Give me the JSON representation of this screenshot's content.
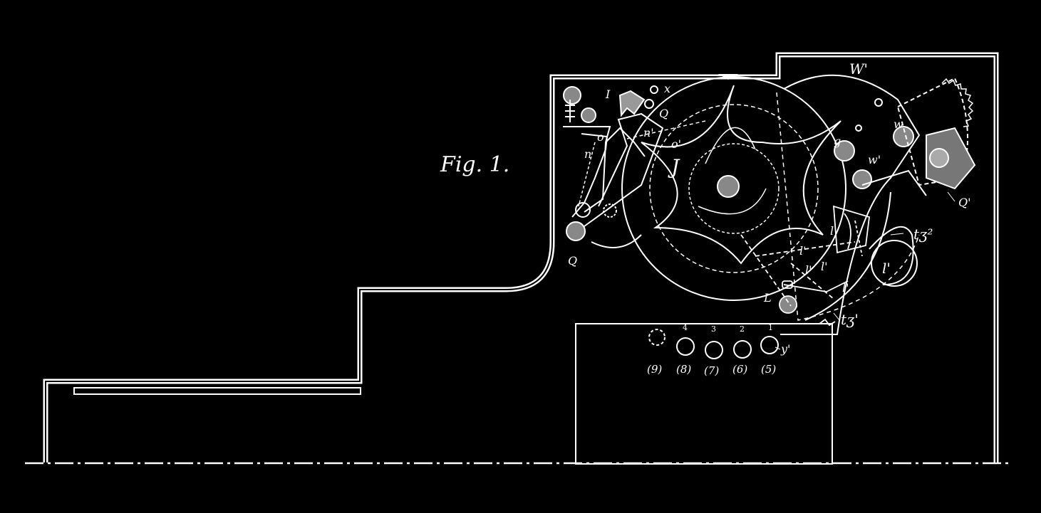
{
  "figure": {
    "title": "Fig. 1.",
    "colors": {
      "background": "#000000",
      "ink": "#ffffff"
    },
    "labels": {
      "J": "J",
      "I": "I",
      "x": "x",
      "n": "n",
      "n_prime": "n'",
      "o_prime": "o'",
      "o": "o",
      "Q_top": "Q",
      "Q_bottom": "Q",
      "g": "g",
      "w_prime": "w'",
      "W_prime": "W'",
      "w": "w",
      "Q_prime": "Q'",
      "L": "L",
      "l_prime_a": "l'",
      "l_prime_b": "l'",
      "l_prime_c": "l'",
      "l_prime_d": "l'",
      "l_prime_e": "l'",
      "l_prime_right": "l'",
      "t_cube": "tʒ²",
      "t_prime": "tʒ'",
      "y_prime": "y'"
    },
    "keys": {
      "top": [
        "4",
        "3",
        "2",
        "1"
      ],
      "bottom": [
        "(9)",
        "(8)",
        "(7)",
        "(6)",
        "(5)"
      ]
    }
  }
}
